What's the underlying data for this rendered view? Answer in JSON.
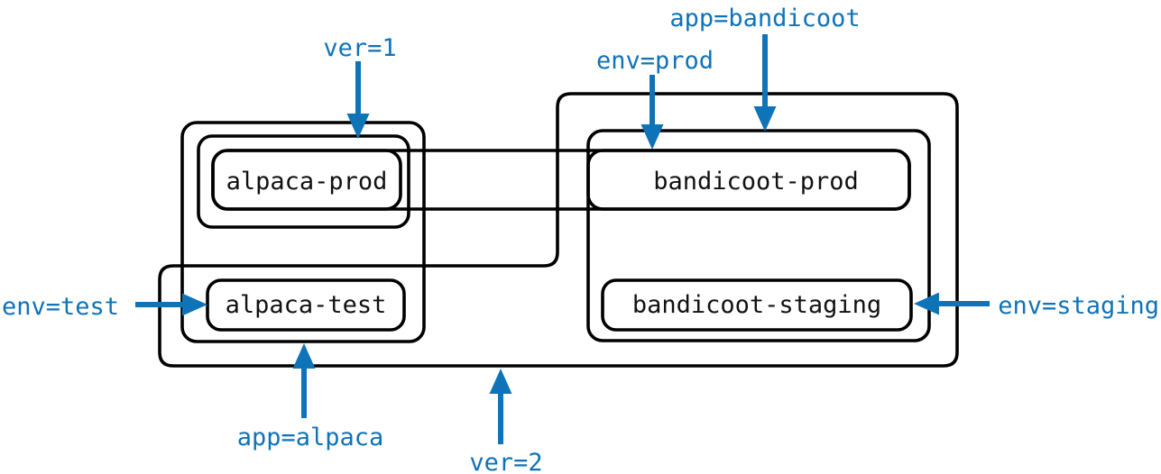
{
  "colors": {
    "accent": "#0f73b8",
    "ink": "#000000",
    "node_text": "#111111",
    "background": "#ffffff"
  },
  "nodes": {
    "alpaca_prod": {
      "label": "alpaca-prod"
    },
    "alpaca_test": {
      "label": "alpaca-test"
    },
    "bandicoot_prod": {
      "label": "bandicoot-prod"
    },
    "bandicoot_staging": {
      "label": "bandicoot-staging"
    }
  },
  "selector_labels": {
    "ver1": {
      "text": "ver=1"
    },
    "ver2": {
      "text": "ver=2"
    },
    "app_alpaca": {
      "text": "app=alpaca"
    },
    "app_bandicoot": {
      "text": "app=bandicoot"
    },
    "env_prod": {
      "text": "env=prod"
    },
    "env_test": {
      "text": "env=test"
    },
    "env_staging": {
      "text": "env=staging"
    }
  }
}
